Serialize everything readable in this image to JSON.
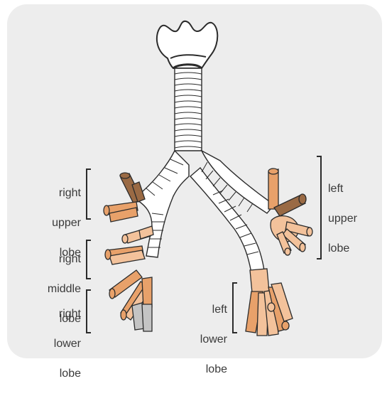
{
  "diagram": {
    "labels": {
      "right_upper_lobe": [
        "right",
        "upper",
        "lobe"
      ],
      "right_middle_lobe": [
        "right",
        "middle",
        "lobe"
      ],
      "right_lower_lobe": [
        "right",
        "lower",
        "lobe"
      ],
      "left_upper_lobe": [
        "left",
        "upper",
        "lobe"
      ],
      "left_lower_lobe": [
        "left",
        "lower",
        "lobe"
      ]
    },
    "colors": {
      "background": "#ededed",
      "outline": "#2b2b2b",
      "airway_fill": "#ffffff",
      "dark_brown": "#9a6a44",
      "orange": "#e8a16a",
      "light_orange": "#f3c29b",
      "grey": "#c4c4c4"
    }
  }
}
